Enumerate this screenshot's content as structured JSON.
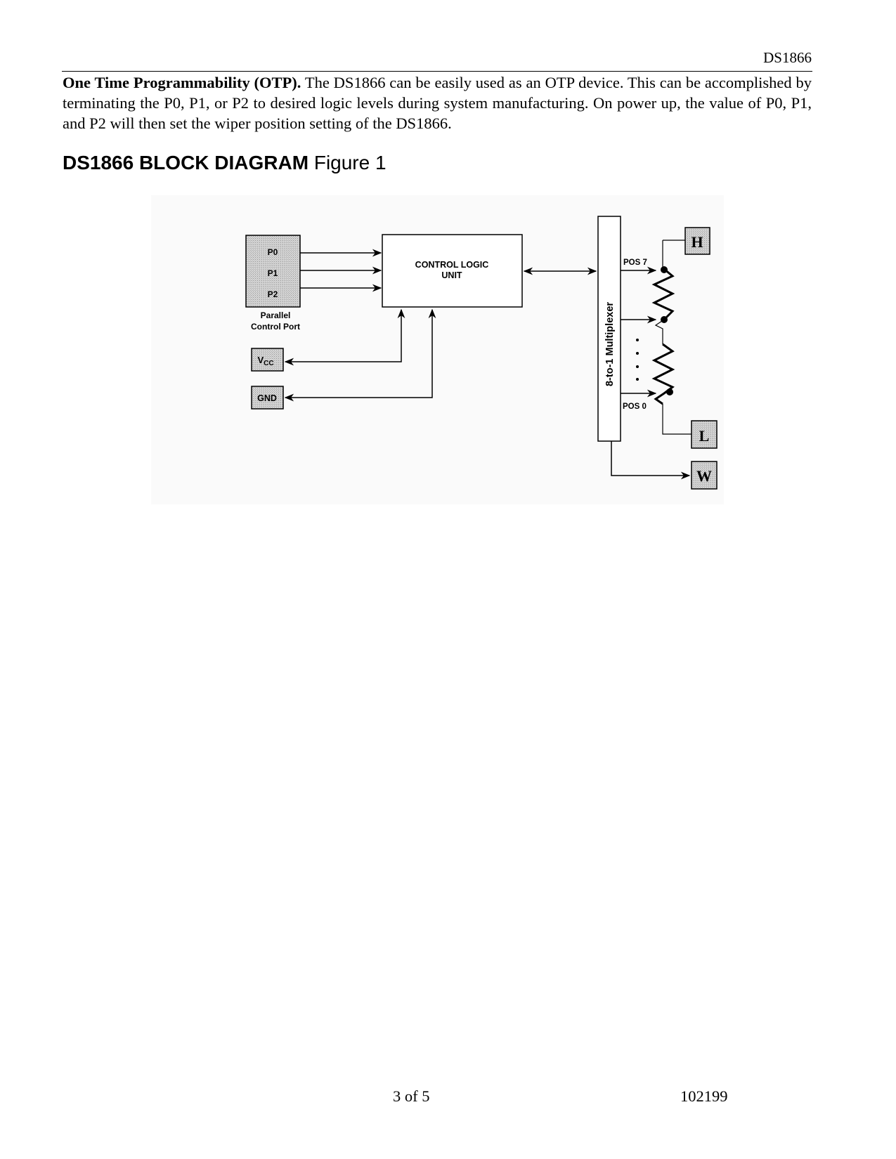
{
  "header": {
    "running_title": "DS1866"
  },
  "otp_section": {
    "heading": "One Time Programmability (OTP).",
    "body": " The DS1866 can be easily used as an OTP device. This can be accomplished by terminating the P0, P1, or P2 to desired logic levels during system manufacturing. On power up, the value of P0, P1, and P2 will then set the wiper position setting of the DS1866."
  },
  "figure": {
    "title_bold": "DS1866 BLOCK DIAGRAM",
    "title_plain": " Figure 1",
    "blocks": {
      "port_pins": [
        "P0",
        "P1",
        "P2"
      ],
      "port_label_line1": "Parallel",
      "port_label_line2": "Control Port",
      "vcc_main": "V",
      "vcc_sub": "CC",
      "gnd": "GND",
      "control_line1": "CONTROL LOGIC",
      "control_line2": "UNIT",
      "mux": "8-to-1 Multiplexer",
      "pos_top": "POS 7",
      "pos_bottom": "POS 0",
      "terminal_h": "H",
      "terminal_l": "L",
      "terminal_w": "W"
    }
  },
  "footer": {
    "page": "3 of 5",
    "code": "102199"
  }
}
